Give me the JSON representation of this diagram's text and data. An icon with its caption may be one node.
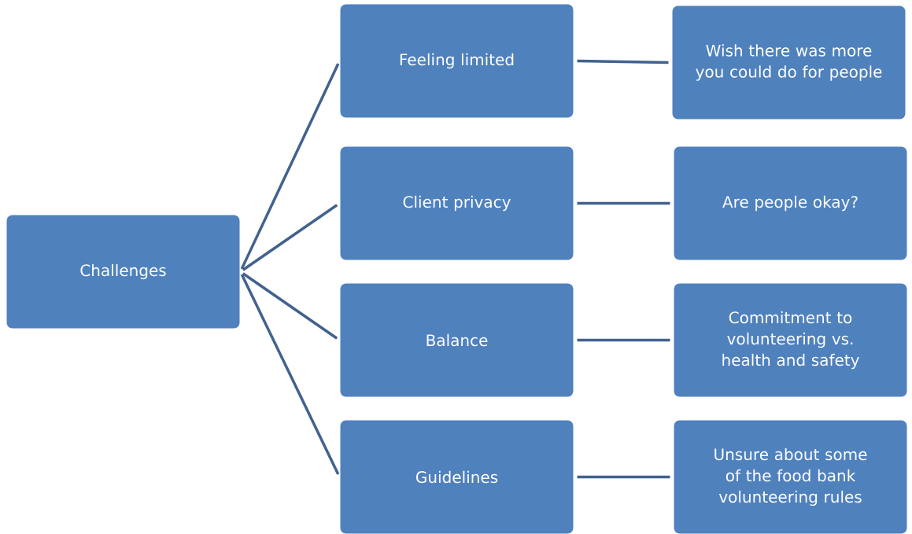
{
  "diagram": {
    "nodes": [
      {
        "text": [
          "Challenges"
        ]
      },
      {
        "text": [
          "Feeling limited"
        ]
      },
      {
        "text": [
          "Wish there was more you could do for people"
        ]
      },
      {
        "text": [
          "Client privacy"
        ]
      },
      {
        "text": [
          "Are people okay?"
        ]
      },
      {
        "text": [
          "Balance"
        ]
      },
      {
        "text": [
          "Commitment to volunteering vs. health and safety"
        ]
      },
      {
        "text": [
          "Guidelines"
        ]
      },
      {
        "text": [
          "Unsure about some of the food bank volunteering rules"
        ]
      }
    ],
    "edges": [
      {
        "from": 0,
        "to": 1,
        "arrow": "none"
      },
      {
        "from": 0,
        "to": 3,
        "arrow": "none"
      },
      {
        "from": 0,
        "to": 5,
        "arrow": "none"
      },
      {
        "from": 0,
        "to": 7,
        "arrow": "none"
      },
      {
        "from": 1,
        "to": 2,
        "arrow": "none"
      },
      {
        "from": 3,
        "to": 4,
        "arrow": "none"
      },
      {
        "from": 5,
        "to": 6,
        "arrow": "none"
      },
      {
        "from": 7,
        "to": 8,
        "arrow": "none"
      }
    ]
  }
}
